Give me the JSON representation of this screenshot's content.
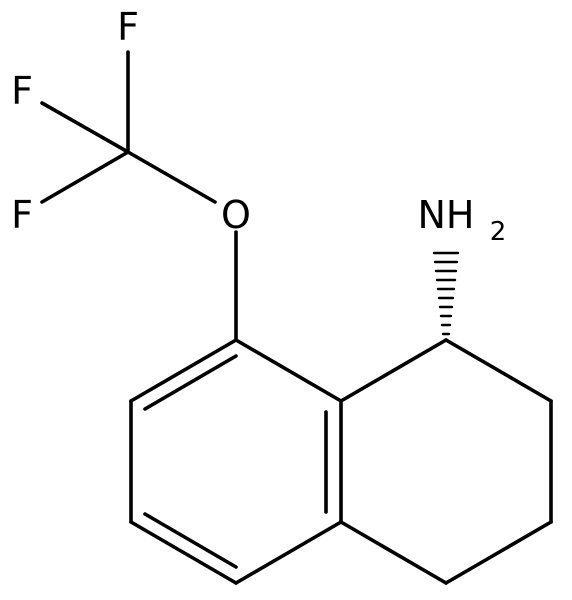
{
  "molecule": {
    "atoms": {
      "f_top": "F",
      "f_middle": "F",
      "f_bottom": "F",
      "oxygen": "O",
      "amine_n": "NH",
      "amine_h_count": "2"
    },
    "colors": {
      "bond": "#000000",
      "background": "#ffffff"
    }
  }
}
